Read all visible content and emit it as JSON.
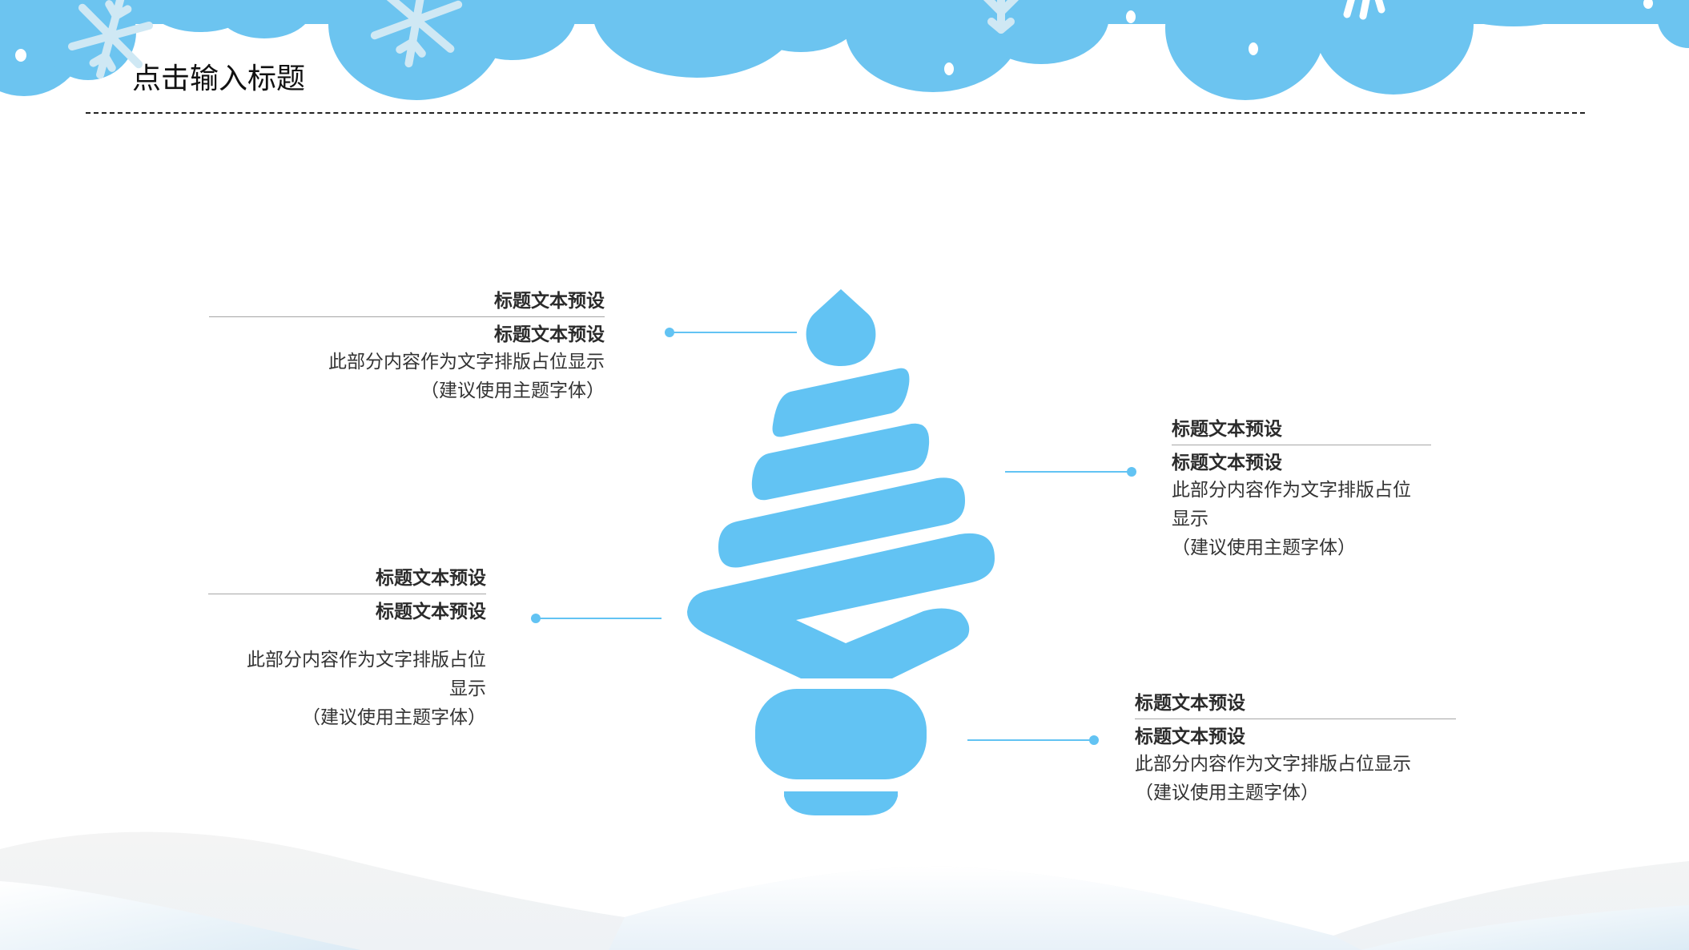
{
  "header": {
    "title": "点击输入标题"
  },
  "colors": {
    "accent": "#62c3f3",
    "cloud": "#6cc4f0",
    "text": "#333333",
    "rule": "#a6a6a6"
  },
  "blocks": [
    {
      "position": "top-left",
      "title": "标题文本预设",
      "subtitle": "标题文本预设",
      "body_lines": [
        "此部分内容作为文字排版占位显示",
        "（建议使用主题字体）"
      ]
    },
    {
      "position": "top-right",
      "title": "标题文本预设",
      "subtitle": "标题文本预设",
      "body_lines": [
        "此部分内容作为文字排版占位",
        "显示",
        "（建议使用主题字体）"
      ]
    },
    {
      "position": "bottom-left",
      "title": "标题文本预设",
      "subtitle": "标题文本预设",
      "body_lines": [
        "此部分内容作为文字排版占位",
        "显示",
        "（建议使用主题字体）"
      ]
    },
    {
      "position": "bottom-right",
      "title": "标题文本预设",
      "subtitle": "标题文本预设",
      "body_lines": [
        "此部分内容作为文字排版占位显示",
        "（建议使用主题字体）"
      ]
    }
  ],
  "graphic": {
    "icon": "spiral-light-bulb-icon"
  }
}
